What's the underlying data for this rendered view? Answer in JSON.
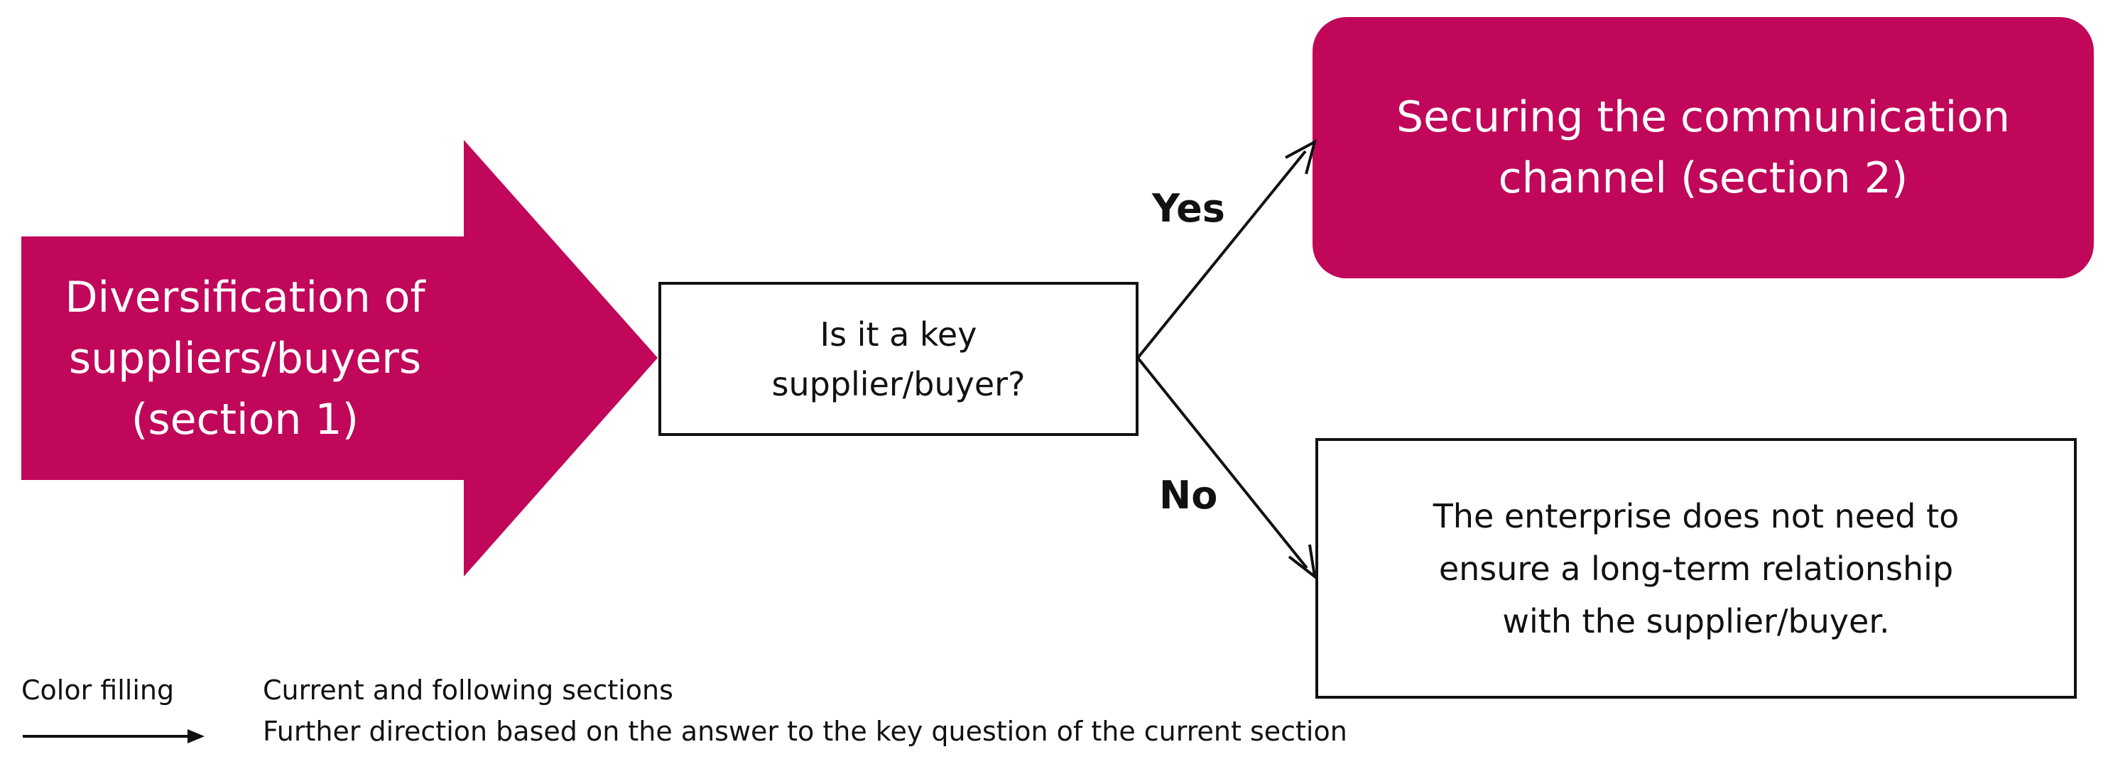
{
  "colors": {
    "accent": "#C0075A",
    "stroke": "#111111",
    "background": "#FFFFFF",
    "on_accent_text": "#FFFFFF"
  },
  "nodes": {
    "start": {
      "lines": [
        "Diversification of",
        "suppliers/buyers",
        "(section 1)"
      ]
    },
    "question": {
      "lines": [
        "Is it a key",
        "supplier/buyer?"
      ]
    },
    "yes_outcome": {
      "lines": [
        "Securing the communication",
        "channel (section 2)"
      ]
    },
    "no_outcome": {
      "lines": [
        "The enterprise does not need to",
        "ensure a long-term relationship",
        "with the supplier/buyer."
      ]
    }
  },
  "edges": {
    "yes_label": "Yes",
    "no_label": "No"
  },
  "legend": {
    "fill_key": "Color filling",
    "fill_description": "Current and  following sections",
    "arrow_description": "Further direction based on the answer to the key question of the current section"
  }
}
